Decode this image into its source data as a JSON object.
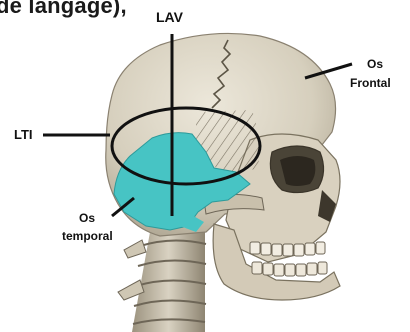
{
  "caption_fragment": "de langage),",
  "labels": {
    "lav": "LAV",
    "lti": "LTI",
    "os_frontal_line1": "Os",
    "os_frontal_line2": "Frontal",
    "os_temporal_line1": "Os",
    "os_temporal_line2": "temporal"
  },
  "colors": {
    "bone": "#ddd6c6",
    "bone_shadow": "#b3aa96",
    "bone_dark": "#6e6657",
    "temporal_highlight": "#47c4c4",
    "line": "#111111"
  }
}
